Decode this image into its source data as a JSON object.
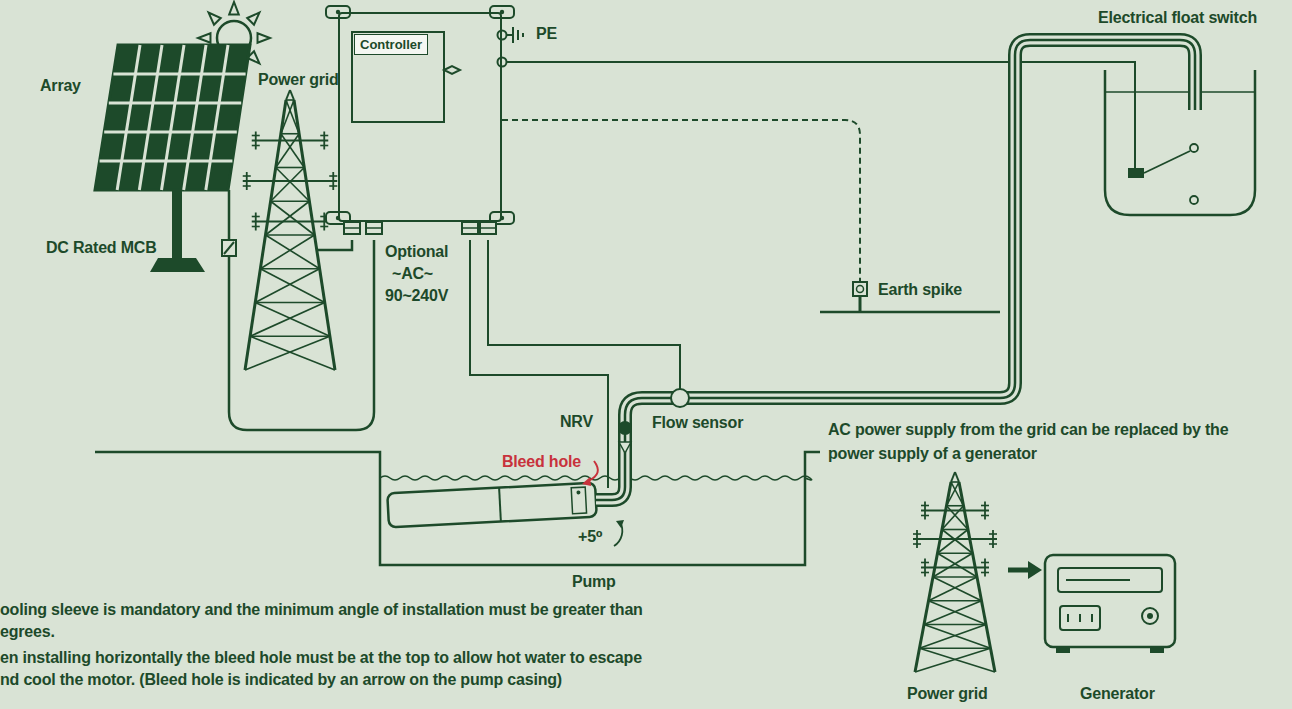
{
  "diagram": {
    "nodes": [
      {
        "text": [
          "Controller"
        ]
      }
    ],
    "labels": [
      "Electrical float switch",
      "Array",
      "Power grid",
      "PE",
      "DC Rated MCB",
      "Optional",
      "~AC~",
      "90~240V",
      "Earth spike",
      "NRV",
      "Flow sensor",
      "AC power supply from the grid can be replaced by the power supply of a generator",
      "Bleed hole",
      "+5⁰",
      "Pump",
      "ooling sleeve is mandatory and the minimum angle of installation must be greater than",
      "egrees.",
      "en installing horizontally the bleed hole must be at the top to allow hot water to escape",
      "nd cool the motor. (Bleed hole is indicated by an arrow on the pump casing)",
      "Power grid",
      "Generator"
    ]
  }
}
